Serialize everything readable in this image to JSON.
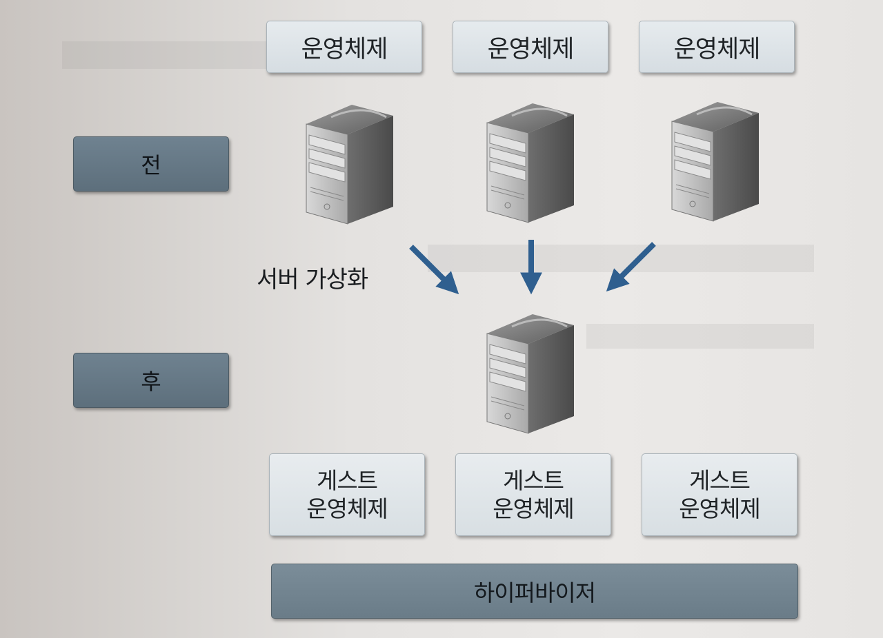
{
  "operating_systems": [
    "운영체제",
    "운영체제",
    "운영체제"
  ],
  "stages": {
    "before": "전",
    "after": "후"
  },
  "caption": "서버 가상화",
  "guest_os": [
    {
      "line1": "게스트",
      "line2": "운영체제"
    },
    {
      "line1": "게스트",
      "line2": "운영체제"
    },
    {
      "line1": "게스트",
      "line2": "운영체제"
    }
  ],
  "hypervisor": "하이퍼바이저",
  "colors": {
    "stage_box": "#66798a",
    "os_box": "#dde3e7",
    "hypervisor_box": "#738592",
    "arrow": "#2f5f8f"
  },
  "icons": {
    "server": "server-tower-icon",
    "arrow": "arrow-down-icon"
  }
}
